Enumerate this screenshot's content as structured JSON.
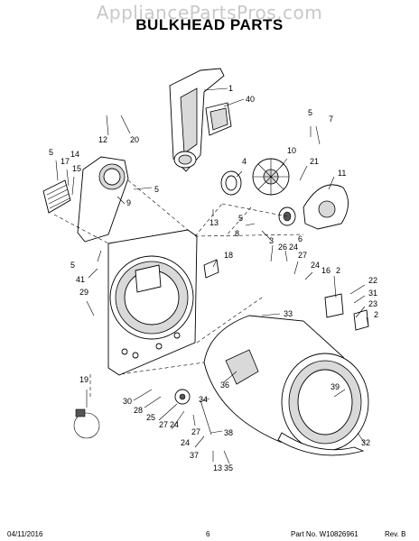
{
  "watermark": "AppliancePartsPros.com",
  "title": "BULKHEAD PARTS",
  "footer": {
    "date": "04/11/2016",
    "page": "6",
    "part_no": "Part No. W10826961",
    "rev": "Rev. B"
  },
  "callouts": [
    {
      "id": "c1",
      "text": "1"
    },
    {
      "id": "c40",
      "text": "40"
    },
    {
      "id": "c12",
      "text": "12"
    },
    {
      "id": "c20",
      "text": "20"
    },
    {
      "id": "c5a",
      "text": "5"
    },
    {
      "id": "c7",
      "text": "7"
    },
    {
      "id": "c5b",
      "text": "5"
    },
    {
      "id": "c17",
      "text": "17"
    },
    {
      "id": "c15",
      "text": "15"
    },
    {
      "id": "c14",
      "text": "14"
    },
    {
      "id": "c10",
      "text": "10"
    },
    {
      "id": "c4",
      "text": "4"
    },
    {
      "id": "c21",
      "text": "21"
    },
    {
      "id": "c11",
      "text": "11"
    },
    {
      "id": "c5c",
      "text": "5"
    },
    {
      "id": "c9",
      "text": "9"
    },
    {
      "id": "c13a",
      "text": "13"
    },
    {
      "id": "c5d",
      "text": "5"
    },
    {
      "id": "c8",
      "text": "8"
    },
    {
      "id": "c6",
      "text": "6"
    },
    {
      "id": "c3",
      "text": "3"
    },
    {
      "id": "c26",
      "text": "26"
    },
    {
      "id": "c24a",
      "text": "24"
    },
    {
      "id": "c27a",
      "text": "27"
    },
    {
      "id": "c24b",
      "text": "24"
    },
    {
      "id": "c18",
      "text": "18"
    },
    {
      "id": "c5e",
      "text": "5"
    },
    {
      "id": "c41",
      "text": "41"
    },
    {
      "id": "c16",
      "text": "16"
    },
    {
      "id": "c2a",
      "text": "2"
    },
    {
      "id": "c22",
      "text": "22"
    },
    {
      "id": "c31",
      "text": "31"
    },
    {
      "id": "c23",
      "text": "23"
    },
    {
      "id": "c2b",
      "text": "2"
    },
    {
      "id": "c29",
      "text": "29"
    },
    {
      "id": "c33",
      "text": "33"
    },
    {
      "id": "c36",
      "text": "36"
    },
    {
      "id": "c39",
      "text": "39"
    },
    {
      "id": "c19",
      "text": "19"
    },
    {
      "id": "c30",
      "text": "30"
    },
    {
      "id": "c28",
      "text": "28"
    },
    {
      "id": "c25",
      "text": "25"
    },
    {
      "id": "c27b",
      "text": "27"
    },
    {
      "id": "c24c",
      "text": "24"
    },
    {
      "id": "c34",
      "text": "34"
    },
    {
      "id": "c27c",
      "text": "27"
    },
    {
      "id": "c24d",
      "text": "24"
    },
    {
      "id": "c37",
      "text": "37"
    },
    {
      "id": "c38",
      "text": "38"
    },
    {
      "id": "c13b",
      "text": "13"
    },
    {
      "id": "c35",
      "text": "35"
    },
    {
      "id": "c32",
      "text": "32"
    }
  ]
}
